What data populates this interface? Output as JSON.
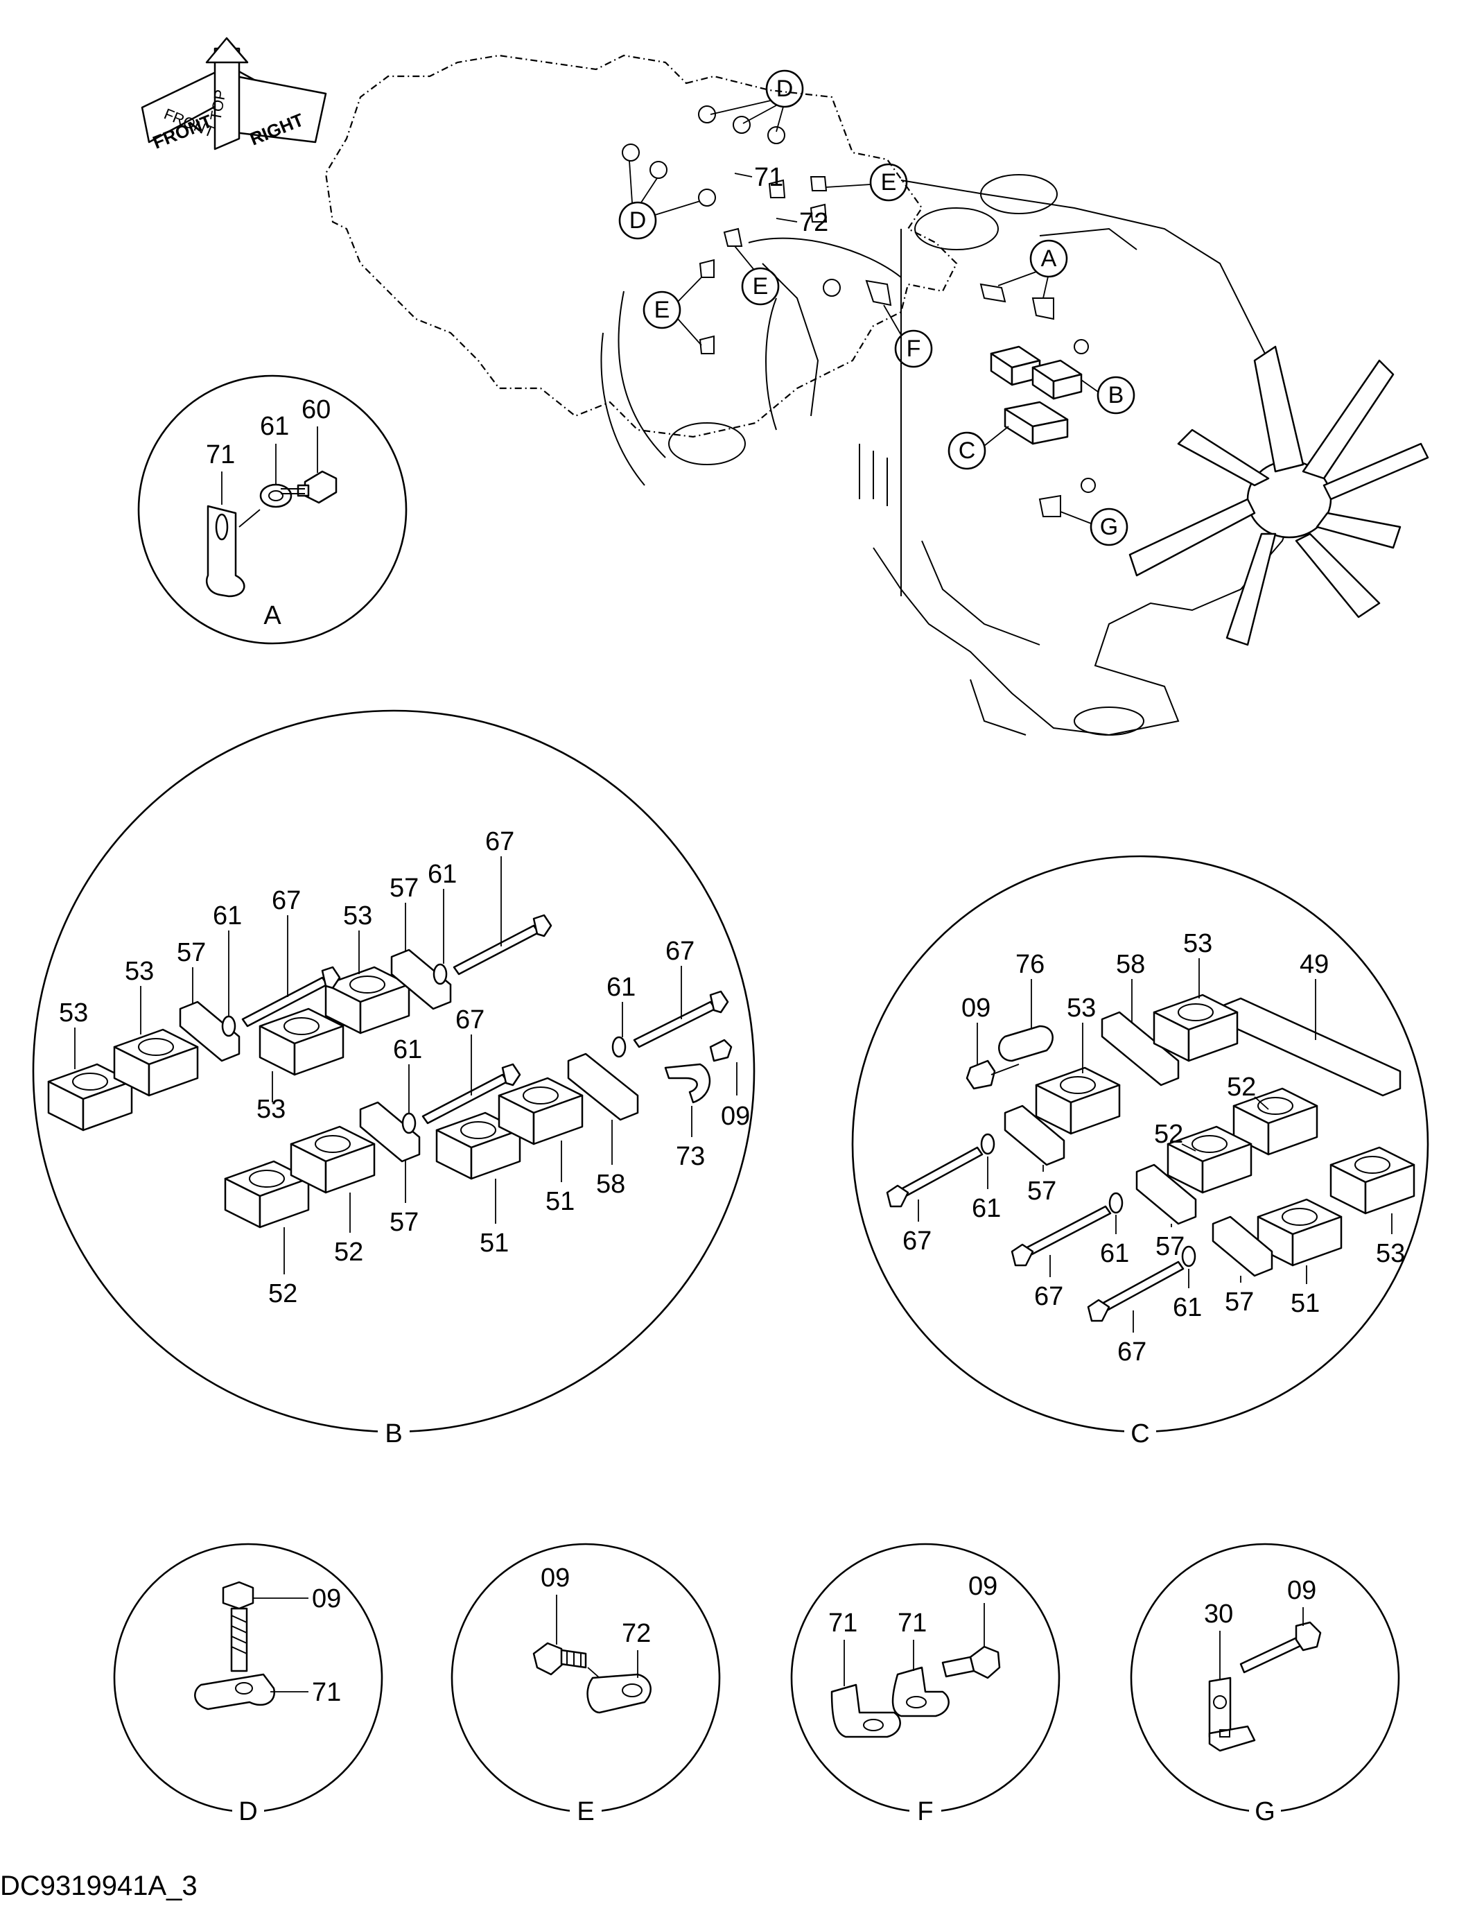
{
  "drawing_id": "DC9319941A_3",
  "orientation": {
    "top": "TOP",
    "front": "FRONT",
    "right": "RIGHT"
  },
  "reference_marks": [
    "A",
    "B",
    "C",
    "D",
    "E",
    "F",
    "G"
  ],
  "main_callouts": [
    "71",
    "72"
  ],
  "details": {
    "A": {
      "caption": "A",
      "labels": [
        "71",
        "61",
        "60"
      ]
    },
    "B": {
      "caption": "B",
      "labels": [
        "53",
        "53",
        "57",
        "61",
        "67",
        "53",
        "57",
        "61",
        "67",
        "53",
        "61",
        "67",
        "61",
        "67",
        "09",
        "73",
        "58",
        "51",
        "51",
        "57",
        "52",
        "52"
      ]
    },
    "C": {
      "caption": "C",
      "labels": [
        "76",
        "09",
        "53",
        "58",
        "53",
        "49",
        "52",
        "52",
        "67",
        "61",
        "57",
        "53",
        "67",
        "61",
        "57",
        "67",
        "61",
        "57",
        "51"
      ]
    },
    "D": {
      "caption": "D",
      "labels": [
        "09",
        "71"
      ]
    },
    "E": {
      "caption": "E",
      "labels": [
        "09",
        "72"
      ]
    },
    "F": {
      "caption": "F",
      "labels": [
        "71",
        "71",
        "09"
      ]
    },
    "G": {
      "caption": "G",
      "labels": [
        "30",
        "09"
      ]
    }
  }
}
